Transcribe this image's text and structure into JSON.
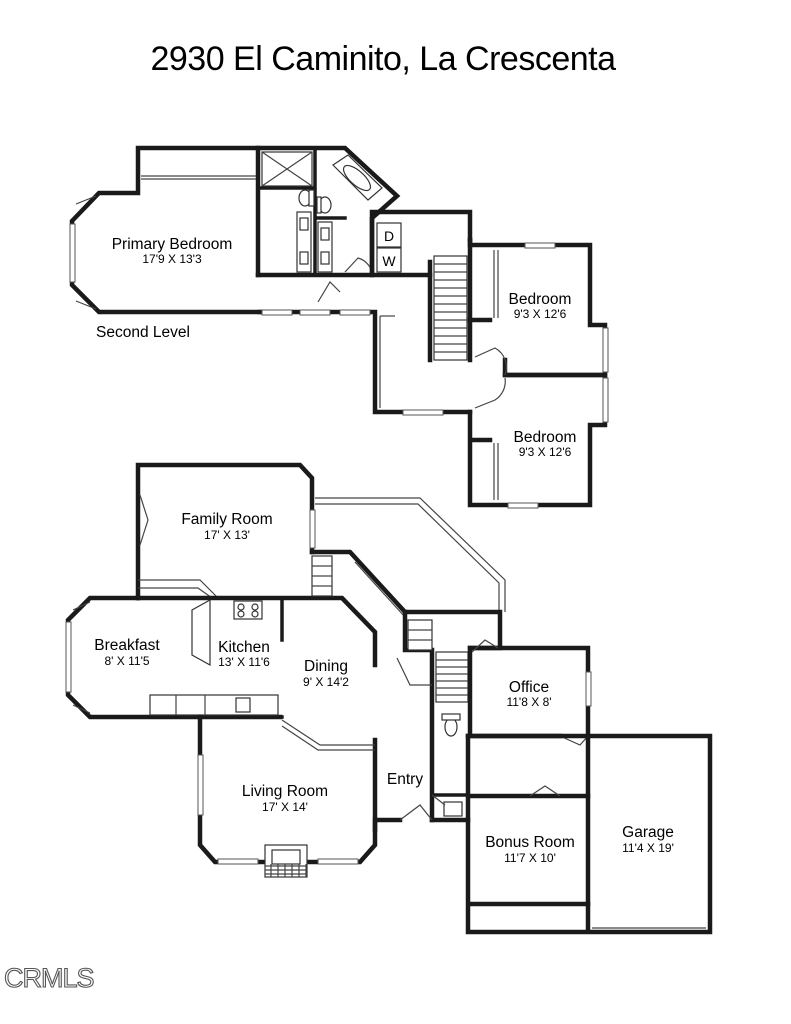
{
  "title": {
    "address": "2930 El Caminito",
    "city": ", La Crescenta"
  },
  "levels": {
    "second": "Second Level"
  },
  "rooms": {
    "primary_bedroom": {
      "name": "Primary Bedroom",
      "dims": "17'9 X 13'3"
    },
    "bedroom_1": {
      "name": "Bedroom",
      "dims": "9'3 X 12'6"
    },
    "bedroom_2": {
      "name": "Bedroom",
      "dims": "9'3 X 12'6"
    },
    "family_room": {
      "name": "Family Room",
      "dims": "17' X 13'"
    },
    "breakfast": {
      "name": "Breakfast",
      "dims": "8' X 11'5"
    },
    "kitchen": {
      "name": "Kitchen",
      "dims": "13' X 11'6"
    },
    "dining": {
      "name": "Dining",
      "dims": "9' X 14'2"
    },
    "office": {
      "name": "Office",
      "dims": "11'8 X 8'"
    },
    "entry": {
      "name": "Entry"
    },
    "living_room": {
      "name": "Living Room",
      "dims": "17' X 14'"
    },
    "bonus_room": {
      "name": "Bonus Room",
      "dims": "11'7 X 10'"
    },
    "garage": {
      "name": "Garage",
      "dims": "11'4 X 19'"
    }
  },
  "laundry": {
    "dryer": "D",
    "washer": "W"
  },
  "watermark": "CRMLS"
}
